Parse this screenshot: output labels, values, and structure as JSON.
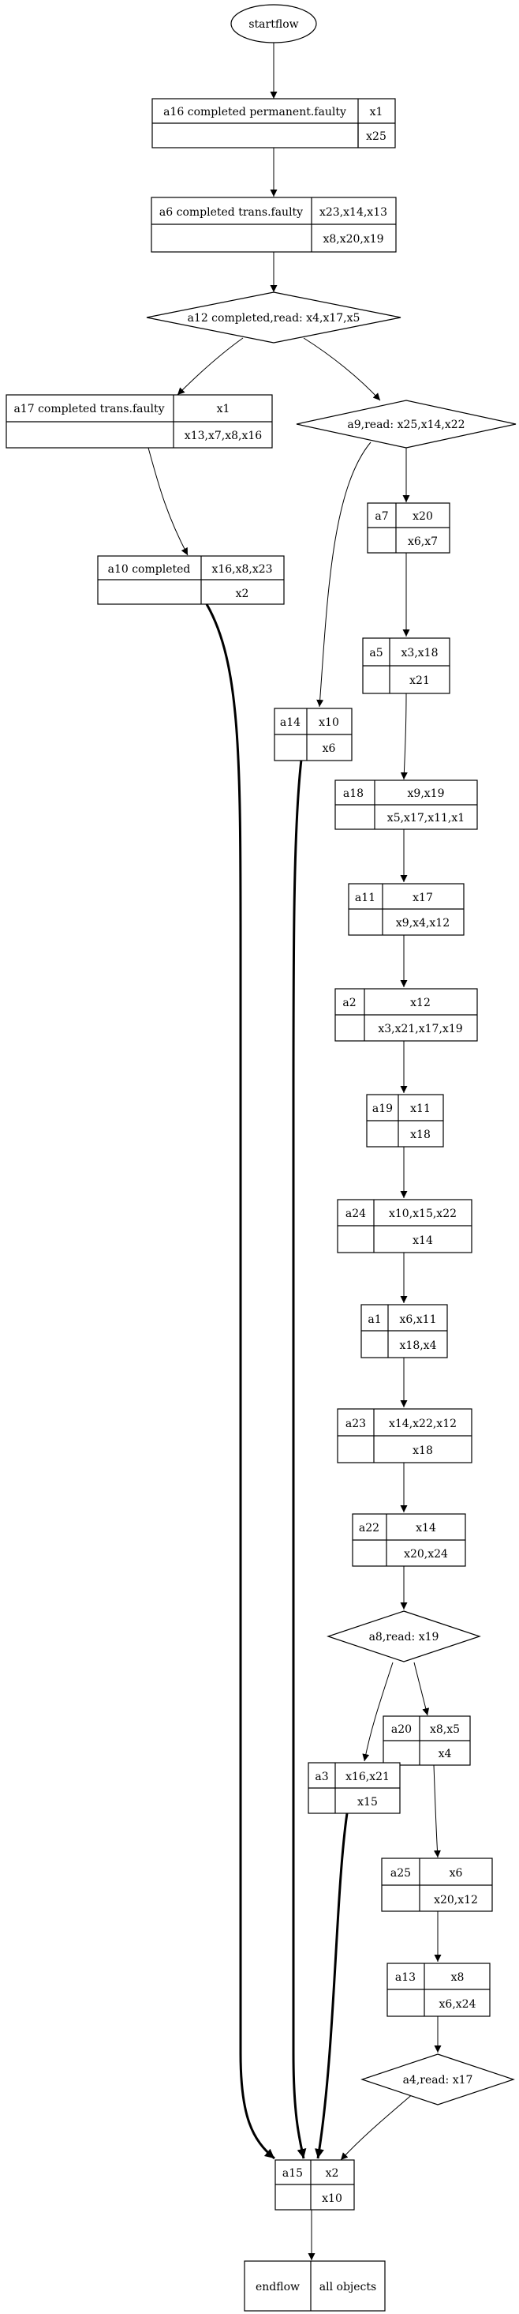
{
  "nodes": {
    "startflow": {
      "label": "startflow"
    },
    "a16": {
      "name": "a16 completed permanent.faulty",
      "top": "x1",
      "bottom": "x25"
    },
    "a6": {
      "name": "a6 completed trans.faulty",
      "top": "x23,x14,x13",
      "bottom": "x8,x20,x19"
    },
    "a12": {
      "label": "a12 completed,read: x4,x17,x5"
    },
    "a17": {
      "name": "a17 completed trans.faulty",
      "top": "x1",
      "bottom": "x13,x7,x8,x16"
    },
    "a9": {
      "label": "a9,read: x25,x14,x22"
    },
    "a7": {
      "name": "a7",
      "top": "x20",
      "bottom": "x6,x7"
    },
    "a10": {
      "name": "a10 completed",
      "top": "x16,x8,x23",
      "bottom": "x2"
    },
    "a5": {
      "name": "a5",
      "top": "x3,x18",
      "bottom": "x21"
    },
    "a14": {
      "name": "a14",
      "top": "x10",
      "bottom": "x6"
    },
    "a18": {
      "name": "a18",
      "top": "x9,x19",
      "bottom": "x5,x17,x11,x1"
    },
    "a11": {
      "name": "a11",
      "top": "x17",
      "bottom": "x9,x4,x12"
    },
    "a2": {
      "name": "a2",
      "top": "x12",
      "bottom": "x3,x21,x17,x19"
    },
    "a19": {
      "name": "a19",
      "top": "x11",
      "bottom": "x18"
    },
    "a24": {
      "name": "a24",
      "top": "x10,x15,x22",
      "bottom": "x14"
    },
    "a1": {
      "name": "a1",
      "top": "x6,x11",
      "bottom": "x18,x4"
    },
    "a23": {
      "name": "a23",
      "top": "x14,x22,x12",
      "bottom": "x18"
    },
    "a22": {
      "name": "a22",
      "top": "x14",
      "bottom": "x20,x24"
    },
    "a8": {
      "label": "a8,read: x19"
    },
    "a20": {
      "name": "a20",
      "top": "x8,x5",
      "bottom": "x4"
    },
    "a3": {
      "name": "a3",
      "top": "x16,x21",
      "bottom": "x15"
    },
    "a25": {
      "name": "a25",
      "top": "x6",
      "bottom": "x20,x12"
    },
    "a13": {
      "name": "a13",
      "top": "x8",
      "bottom": "x6,x24"
    },
    "a4": {
      "label": "a4,read: x17"
    },
    "a15": {
      "name": "a15",
      "top": "x2",
      "bottom": "x10"
    },
    "endflow": {
      "name": "endflow",
      "right": "all objects"
    }
  }
}
